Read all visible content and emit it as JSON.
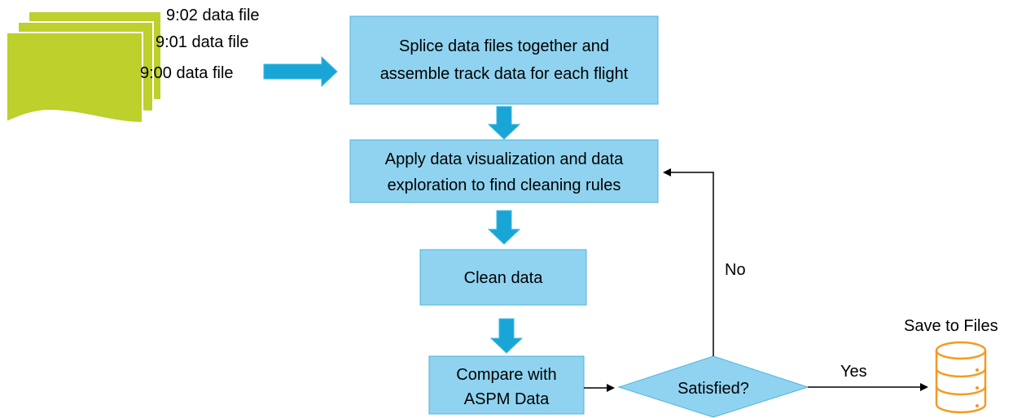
{
  "files": {
    "file_1": "9:02 data file",
    "file_2": "9:01 data file",
    "file_3": "9:00 data file"
  },
  "steps": {
    "splice_line1": "Splice data files together and",
    "splice_line2": "assemble track data for each flight",
    "apply_line1": "Apply data visualization and data",
    "apply_line2": "exploration to find cleaning rules",
    "clean": "Clean data",
    "compare_line1": "Compare with",
    "compare_line2": "ASPM Data"
  },
  "decision": {
    "label": "Satisfied?",
    "no_label": "No",
    "yes_label": "Yes"
  },
  "output": {
    "label": "Save to Files",
    "icon": "database-icon"
  },
  "colors": {
    "box_fill": "#8FD3F0",
    "box_stroke": "#4FB3DC",
    "block_arrow": "#19A5D6",
    "file_fill": "#BDD02B",
    "database_stroke": "#F59A23",
    "line": "#000000"
  }
}
